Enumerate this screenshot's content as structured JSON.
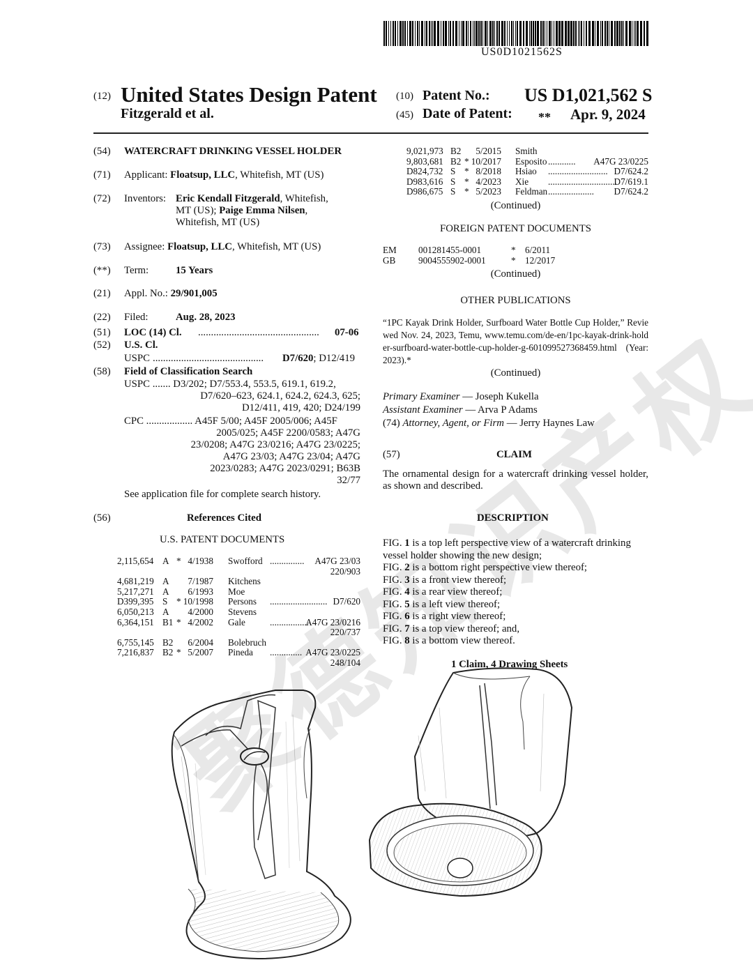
{
  "barcode_text": "US0D1021562S",
  "header": {
    "num12": "(12)",
    "doc_type": "United States Design Patent",
    "num10": "(10)",
    "patent_no_label": "Patent No.:",
    "patent_no": "US D1,021,562 S",
    "inventor_line": "Fitzgerald et al.",
    "num45": "(45)",
    "date_label": "Date of Patent:",
    "date_stars": "**",
    "date": "Apr. 9, 2024"
  },
  "left": {
    "f54": {
      "num": "(54)",
      "title": "WATERCRAFT DRINKING VESSEL HOLDER"
    },
    "f71": {
      "num": "(71)",
      "label": "Applicant:",
      "name": "Floatsup, LLC",
      "rest": ", Whitefish, MT (US)"
    },
    "f72": {
      "num": "(72)",
      "label": "Inventors:",
      "n1": "Eric Kendall Fitzgerald",
      "r1": ", Whitefish,",
      "l2a": "MT (US); ",
      "n2": "Paige Emma Nilsen",
      "r2": ",",
      "l3": "Whitefish, MT (US)"
    },
    "f73": {
      "num": "(73)",
      "label": "Assignee:",
      "name": "Floatsup, LLC",
      "rest": ", Whitefish, MT (US)"
    },
    "f_term": {
      "num": "(**)",
      "label": "Term:",
      "value": "15 Years"
    },
    "f21": {
      "num": "(21)",
      "label": "Appl. No.:",
      "value": "29/901,005"
    },
    "f22": {
      "num": "(22)",
      "label": "Filed:",
      "value": "Aug. 28, 2023"
    },
    "f51": {
      "num": "(51)",
      "label": "LOC (14) Cl.",
      "dots": "...............................................",
      "value": "07-06"
    },
    "f52": {
      "num": "(52)",
      "label": "U.S. Cl.",
      "uspc": "USPC",
      "dots": "...........................................",
      "v1": "D7/620",
      "v2": "; D12/419"
    },
    "f58": {
      "num": "(58)",
      "label": "Field of Classification Search",
      "uspc_lines": [
        "USPC ....... D3/202; D7/553.4, 553.5, 619.1, 619.2,",
        "D7/620–623, 624.1, 624.2, 624.3, 625;",
        "D12/411, 419, 420; D24/199"
      ],
      "cpc_lines": [
        "CPC .................. A45F 5/00; A45F 2005/006; A45F",
        "2005/025; A45F 2200/0583; A47G",
        "23/0208; A47G 23/0216; A47G 23/0225;",
        "A47G 23/03; A47G 23/04; A47G",
        "2023/0283; A47G 2023/0291; B63B",
        "32/77"
      ],
      "see": "See application file for complete search history."
    },
    "f56": {
      "num": "(56)",
      "label": "References Cited",
      "sub": "U.S. PATENT DOCUMENTS"
    },
    "us_refs": [
      {
        "no": "2,115,654",
        "kind": "A",
        "star": "*",
        "date": "4/1938",
        "name": "Swofford",
        "dots": "...............",
        "cls": "A47G 23/03",
        "cls2": "220/903"
      },
      {
        "no": "4,681,219",
        "kind": "A",
        "star": "",
        "date": "7/1987",
        "name": "Kitchens",
        "dots": "",
        "cls": "",
        "cls2": ""
      },
      {
        "no": "5,217,271",
        "kind": "A",
        "star": "",
        "date": "6/1993",
        "name": "Moe",
        "dots": "",
        "cls": "",
        "cls2": ""
      },
      {
        "no": "D399,395",
        "kind": "S",
        "star": "*",
        "date": "10/1998",
        "name": "Persons",
        "dots": ".........................",
        "cls": "D7/620",
        "cls2": ""
      },
      {
        "no": "6,050,213",
        "kind": "A",
        "star": "",
        "date": "4/2000",
        "name": "Stevens",
        "dots": "",
        "cls": "",
        "cls2": ""
      },
      {
        "no": "6,364,151",
        "kind": "B1",
        "star": "*",
        "date": "4/2002",
        "name": "Gale",
        "dots": ".................",
        "cls": "A47G 23/0216",
        "cls2": "220/737"
      },
      {
        "no": "6,755,145",
        "kind": "B2",
        "star": "",
        "date": "6/2004",
        "name": "Bolebruch",
        "dots": "",
        "cls": "",
        "cls2": ""
      },
      {
        "no": "7,216,837",
        "kind": "B2",
        "star": "*",
        "date": "5/2007",
        "name": "Pineda",
        "dots": "..............",
        "cls": "A47G 23/0225",
        "cls2": "248/104"
      }
    ]
  },
  "right": {
    "us_refs_cont": [
      {
        "no": "9,021,973",
        "kind": "B2",
        "star": "",
        "date": "5/2015",
        "name": "Smith",
        "dots": "",
        "cls": ""
      },
      {
        "no": "9,803,681",
        "kind": "B2",
        "star": "*",
        "date": "10/2017",
        "name": "Esposito",
        "dots": "............",
        "cls": "A47G 23/0225"
      },
      {
        "no": "D824,732",
        "kind": "S",
        "star": "*",
        "date": "8/2018",
        "name": "Hsiao",
        "dots": "..........................",
        "cls": "D7/624.2"
      },
      {
        "no": "D983,616",
        "kind": "S",
        "star": "*",
        "date": "4/2023",
        "name": "Xie",
        "dots": "..............................",
        "cls": "D7/619.1"
      },
      {
        "no": "D986,675",
        "kind": "S",
        "star": "*",
        "date": "5/2023",
        "name": "Feldman",
        "dots": "....................",
        "cls": "D7/624.2"
      }
    ],
    "continued1": "(Continued)",
    "foreign_head": "FOREIGN PATENT DOCUMENTS",
    "foreign": [
      {
        "cc": "EM",
        "no": "001281455-0001",
        "star": "*",
        "date": "6/2011"
      },
      {
        "cc": "GB",
        "no": "9004555902-0001",
        "star": "*",
        "date": "12/2017"
      }
    ],
    "continued2": "(Continued)",
    "other_head": "OTHER PUBLICATIONS",
    "other_text": "“1PC Kayak Drink Holder, Surfboard Water Bottle Cup Holder,” Reviewed Nov. 24, 2023, Temu, www.temu.com/de-en/1pc-kayak-drink-holder-surfboard-water-bottle-cup-holder-g-601099527368459.html (Year: 2023).*",
    "continued3": "(Continued)",
    "primary_label": "Primary Examiner",
    "primary": " — Joseph Kukella",
    "assistant_label": "Assistant Examiner",
    "assistant": " — Arva P Adams",
    "attorney_num": "(74)",
    "attorney_label": "Attorney, Agent, or Firm",
    "attorney": " — Jerry Haynes Law",
    "claim_num": "(57)",
    "claim_head": "CLAIM",
    "claim_text": "The ornamental design for a watercraft drinking vessel holder, as shown and described.",
    "desc_head": "DESCRIPTION",
    "figs": [
      {
        "pre": "FIG. ",
        "n": "1",
        "post": " is a top left perspective view of a watercraft drinking vessel holder showing the new design;"
      },
      {
        "pre": "FIG. ",
        "n": "2",
        "post": " is a bottom right perspective view thereof;"
      },
      {
        "pre": "FIG. ",
        "n": "3",
        "post": " is a front view thereof;"
      },
      {
        "pre": "FIG. ",
        "n": "4",
        "post": " is a rear view thereof;"
      },
      {
        "pre": "FIG. ",
        "n": "5",
        "post": " is a left view thereof;"
      },
      {
        "pre": "FIG. ",
        "n": "6",
        "post": " is a right view thereof;"
      },
      {
        "pre": "FIG. ",
        "n": "7",
        "post": " is a top view thereof; and,"
      },
      {
        "pre": "FIG. ",
        "n": "8",
        "post": " is a bottom view thereof."
      }
    ],
    "claims_sheets": "1 Claim, 4 Drawing Sheets"
  },
  "watermark": "聚德知识产权"
}
